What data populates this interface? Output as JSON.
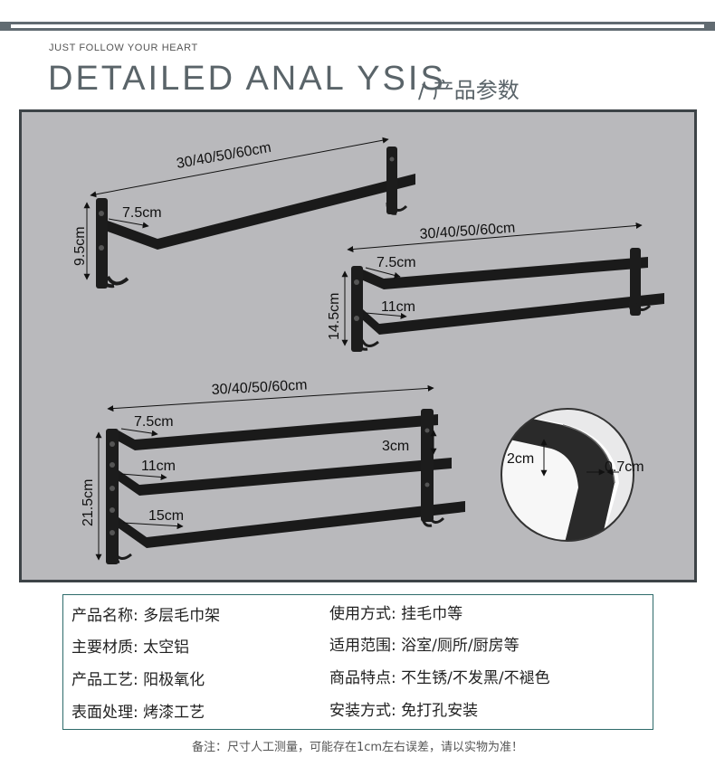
{
  "header": {
    "tagline": "JUST FOLLOW YOUR HEART",
    "title": "DETAILED ANAL YSIS",
    "subtitle": "/ 产品参数"
  },
  "diagram": {
    "single": {
      "length": "30/40/50/60cm",
      "height": "9.5cm",
      "depth": "7.5cm"
    },
    "double": {
      "length": "30/40/50/60cm",
      "height": "14.5cm",
      "depth1": "7.5cm",
      "depth2": "11cm"
    },
    "triple": {
      "length": "30/40/50/60cm",
      "height": "21.5cm",
      "depth1": "7.5cm",
      "depth2": "11cm",
      "depth3": "15cm",
      "gap": "3cm"
    },
    "detail": {
      "profile_height": "2cm",
      "thickness": "0.7cm"
    }
  },
  "specs": {
    "left": [
      {
        "label": "产品名称:",
        "value": "多层毛巾架"
      },
      {
        "label": "主要材质:",
        "value": "太空铝"
      },
      {
        "label": "产品工艺:",
        "value": "阳极氧化"
      },
      {
        "label": "表面处理:",
        "value": "烤漆工艺"
      }
    ],
    "right": [
      {
        "label": "使用方式:",
        "value": "挂毛巾等"
      },
      {
        "label": "适用范围:",
        "value": "浴室/厕所/厨房等"
      },
      {
        "label": "商品特点:",
        "value": "不生锈/不发黑/不褪色"
      },
      {
        "label": "安装方式:",
        "value": "免打孔安装"
      }
    ]
  },
  "footer": {
    "note": "备注：尺寸人工测量，可能存在1cm左右误差，请以实物为准！"
  },
  "colors": {
    "panel_bg": "#b9b9bc",
    "panel_border": "#3d4347",
    "bar": "#1a1a1a",
    "accent": "#2e6b6a",
    "heading": "#5a6469"
  }
}
